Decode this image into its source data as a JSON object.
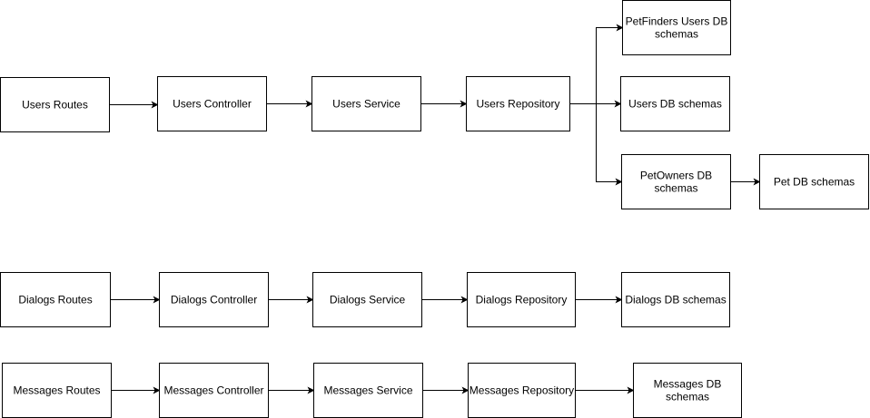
{
  "diagram": {
    "colors": {
      "stroke": "#000000",
      "fill": "#ffffff",
      "text": "#000000"
    },
    "nodes": {
      "users_routes": "Users Routes",
      "users_controller": "Users Controller",
      "users_service": "Users Service",
      "users_repository": "Users Repository",
      "petfinders_users_db": [
        "PetFinders Users DB",
        "schemas"
      ],
      "users_db": "Users DB schemas",
      "petowners_db": [
        "PetOwners DB",
        "schemas"
      ],
      "pet_db": "Pet DB schemas",
      "dialogs_routes": "Dialogs Routes",
      "dialogs_controller": "Dialogs Controller",
      "dialogs_service": "Dialogs Service",
      "dialogs_repository": "Dialogs Repository",
      "dialogs_db": "Dialogs DB schemas",
      "messages_routes": "Messages Routes",
      "messages_controller": "Messages Controller",
      "messages_service": "Messages Service",
      "messages_repository": "Messages Repository",
      "messages_db": [
        "Messages DB",
        "schemas"
      ]
    },
    "edges": [
      {
        "from": "users_routes",
        "to": "users_controller"
      },
      {
        "from": "users_controller",
        "to": "users_service"
      },
      {
        "from": "users_service",
        "to": "users_repository"
      },
      {
        "from": "users_repository",
        "to": "petfinders_users_db"
      },
      {
        "from": "users_repository",
        "to": "users_db"
      },
      {
        "from": "users_repository",
        "to": "petowners_db"
      },
      {
        "from": "petowners_db",
        "to": "pet_db"
      },
      {
        "from": "dialogs_routes",
        "to": "dialogs_controller"
      },
      {
        "from": "dialogs_controller",
        "to": "dialogs_service"
      },
      {
        "from": "dialogs_service",
        "to": "dialogs_repository"
      },
      {
        "from": "dialogs_repository",
        "to": "dialogs_db"
      },
      {
        "from": "messages_routes",
        "to": "messages_controller"
      },
      {
        "from": "messages_controller",
        "to": "messages_service"
      },
      {
        "from": "messages_service",
        "to": "messages_repository"
      },
      {
        "from": "messages_repository",
        "to": "messages_db"
      }
    ]
  }
}
